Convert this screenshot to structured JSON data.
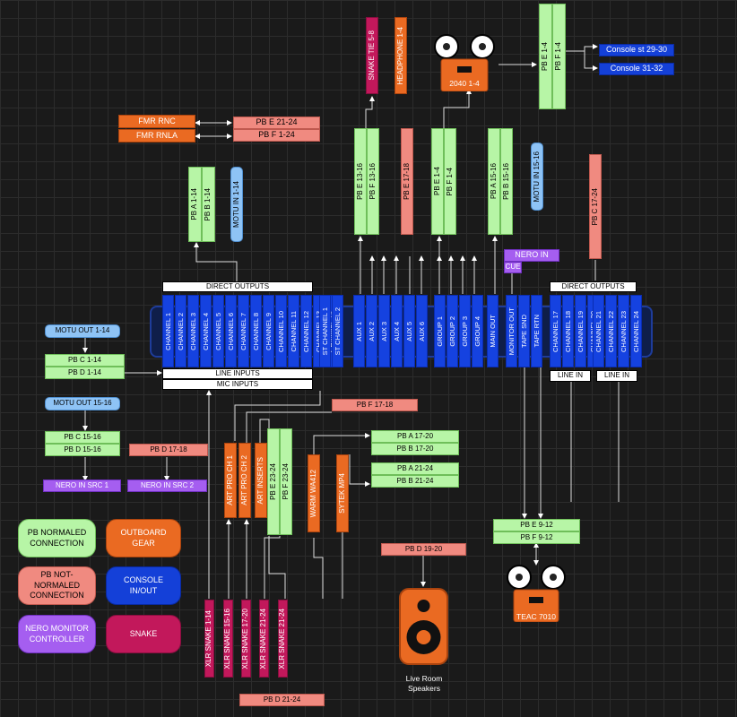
{
  "legend": {
    "pb_normaled": "PB NORMALED CONNECTION",
    "outboard": "OUTBOARD GEAR",
    "pb_not_normaled": "PB NOT-NORMALED CONNECTION",
    "console_io": "CONSOLE IN/OUT",
    "nero_monitor": "NERO MONITOR CONTROLLER",
    "snake": "SNAKE"
  },
  "console": {
    "direct_outputs_left": "DIRECT OUTPUTS",
    "direct_outputs_right": "DIRECT OUTPUTS",
    "line_inputs": "LINE INPUTS",
    "mic_inputs": "MIC INPUTS",
    "line_in_1": "LINE IN",
    "line_in_2": "LINE IN",
    "channels_a": [
      "CHANNEL 1",
      "CHANNEL 2",
      "CHANNEL 3",
      "CHANNEL 4",
      "CHANNEL 5",
      "CHANNEL 6",
      "CHANNEL 7",
      "CHANNEL 8",
      "CHANNEL 9",
      "CHANNEL 10",
      "CHANNEL 11",
      "CHANNEL 12",
      "CHANNEL 13",
      "CHANNEL 14"
    ],
    "st_channels": [
      "ST CHANNEL 1",
      "ST CHANNEL 2"
    ],
    "aux": [
      "AUX 1",
      "AUX 2",
      "AUX 3",
      "AUX 4",
      "AUX 5",
      "AUX 6"
    ],
    "groups": [
      "GROUP 1",
      "GROUP 2",
      "GROUP 3",
      "GROUP 4"
    ],
    "main_out": "MAIN OUT",
    "monitor_out": "MONITOR OUT",
    "tape_snd": "TAPE SND",
    "tape_rtn": "TAPE RTN",
    "channels_b1": [
      "CHANNEL 17",
      "CHANNEL 18",
      "CHANNEL 19",
      "CHANNEL 20"
    ],
    "channels_b2": [
      "CHANNEL 21",
      "CHANNEL 22",
      "CHANNEL 23",
      "CHANNEL 24"
    ]
  },
  "top": {
    "fmr_rnc": "FMR RNC",
    "fmr_rnla": "FMR RNLA",
    "pb_e_21_24": "PB E 21-24",
    "pb_f_1_24": "PB F 1-24",
    "pb_a_1_14": "PB A 1-14",
    "pb_b_1_14": "PB B 1-14",
    "motu_in_1_14": "MOTU IN 1-14",
    "snake_tie": "SNAKE TIE 5-8",
    "headphone": "HEADPHONE 1-4",
    "pb_e_13_16": "PB E 13-16",
    "pb_f_13_16": "PB F 13-16",
    "pb_e_17_18": "PB E 17-18",
    "pb_e_1_4_mid": "PB E 1-4",
    "pb_f_1_4_mid": "PB F 1-4",
    "pb_a_15_16": "PB A 15-16",
    "pb_b_15_16": "PB B 15-16",
    "motu_in_15_16": "MOTU IN 15-16",
    "tape_2040": "2040 1-4",
    "pb_e_1_4_top": "PB E 1-4",
    "pb_f_1_4_top": "PB F 1-4",
    "console_st": "Console st 29-30",
    "console_31": "Console 31-32",
    "pb_c_17_24": "PB C 17-24",
    "nero_in": "NERO IN",
    "cue": "CUE"
  },
  "left": {
    "motu_out_1_14": "MOTU OUT 1-14",
    "pb_c_1_14": "PB C 1-14",
    "pb_d_1_14": "PB D 1-14",
    "motu_out_15_16": "MOTU OUT 15-16",
    "pb_c_15_16": "PB C 15-16",
    "pb_d_15_16": "PB D 15-16",
    "pb_d_17_18": "PB D 17-18",
    "nero_src_1": "NERO IN SRC 1",
    "nero_src_2": "NERO IN SRC 2"
  },
  "bottom": {
    "pb_f_17_18": "PB F 17-18",
    "art_pro_1": "ART PRO CH 1",
    "art_pro_2": "ART PRO CH 2",
    "art_inserts": "ART INSERTS",
    "pb_e_23_24": "PB E 23-24",
    "pb_f_23_24": "PB F 23-24",
    "warm": "WARM WA412",
    "sytek": "SYTEK MP4",
    "pb_a_17_20": "PB A 17-20",
    "pb_b_17_20": "PB B 17-20",
    "pb_a_21_24": "PB A 21-24",
    "pb_b_21_24": "PB B 21-24",
    "pb_e_9_12": "PB E 9-12",
    "pb_f_9_12": "PB F 9-12",
    "teac": "TEAC 7010",
    "pb_d_19_20": "PB D 19-20",
    "live_room": "Live Room Speakers",
    "xlr": [
      "XLR SNAKE 1-14",
      "XLR SNAKE 15-16",
      "XLR SNAKE 17-20",
      "XLR SNAKE 21-24",
      "XLR SNAKE 21-24"
    ],
    "pb_d_21_24": "PB D 21-24"
  }
}
